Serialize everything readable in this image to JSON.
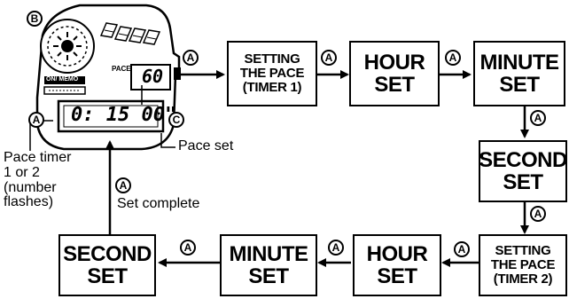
{
  "steps": {
    "setting_pace_1": "SETTING\nTHE PACE\n(TIMER 1)",
    "hour_set_1": "HOUR\nSET",
    "minute_set_1": "MINUTE\nSET",
    "second_set_1": "SECOND\nSET",
    "setting_pace_2": "SETTING\nTHE PACE\n(TIMER 2)",
    "hour_set_2": "HOUR\nSET",
    "minute_set_2": "MINUTE\nSET",
    "second_set_2": "SECOND\nSET"
  },
  "button_letters": {
    "a": "A",
    "b": "B",
    "c": "C"
  },
  "watch": {
    "display_time": "0: 15 00\"",
    "pace_value": "60",
    "pace_label": "PACE",
    "mode_label": "ON/ MEMO"
  },
  "callouts": {
    "pace_set": "Pace set",
    "pace_timer": "Pace timer\n1 or 2\n(number\nflashes)",
    "set_complete": "Set complete"
  }
}
